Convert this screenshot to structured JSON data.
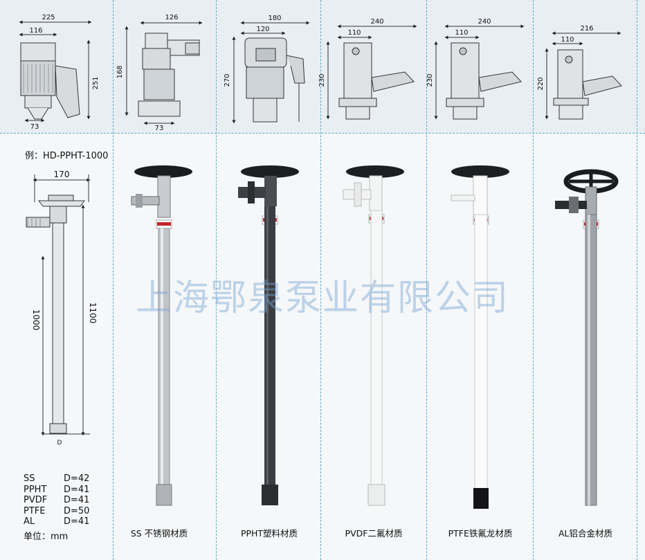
{
  "dimension_drawings": [
    {
      "id": "d1",
      "w1": "225",
      "w2": "116",
      "h": "251",
      "bottom": "73"
    },
    {
      "id": "d2",
      "w1": "126",
      "h": "168",
      "bottom": "73"
    },
    {
      "id": "d3",
      "w1": "180",
      "w2": "120",
      "h": "270"
    },
    {
      "id": "d4",
      "w1": "240",
      "w2": "110",
      "h": "230"
    },
    {
      "id": "d5",
      "w1": "240",
      "w2": "110",
      "h": "230"
    },
    {
      "id": "d6",
      "w1": "216",
      "w2": "110",
      "h": "220"
    }
  ],
  "example": {
    "label": "例：HD-PPHT-1000",
    "width": "170",
    "length_inner": "1000",
    "length_outer": "1100",
    "diameter_mark": "D"
  },
  "specs": [
    {
      "material": "SS",
      "diameter": "D=42"
    },
    {
      "material": "PPHT",
      "diameter": "D=41"
    },
    {
      "material": "PVDF",
      "diameter": "D=41"
    },
    {
      "material": "PTFE",
      "diameter": "D=50"
    },
    {
      "material": "AL",
      "diameter": "D=41"
    }
  ],
  "unit": "单位：mm",
  "captions": [
    "SS 不锈钢材质",
    "PPHT塑料材质",
    "PVDF二氟材质",
    "PTFE铁氟龙材质",
    "AL铝合金材质"
  ],
  "watermark": "上海鄂泉泵业有限公司",
  "colors": {
    "divider": "#5aa9c9",
    "ss": "#b9bcc0",
    "ppht": "#3c3f44",
    "pvdf": "#f7f8f8",
    "ptfe": "#fbfbfb",
    "al": "#9ea3a8",
    "label_red": "#c2262d"
  }
}
